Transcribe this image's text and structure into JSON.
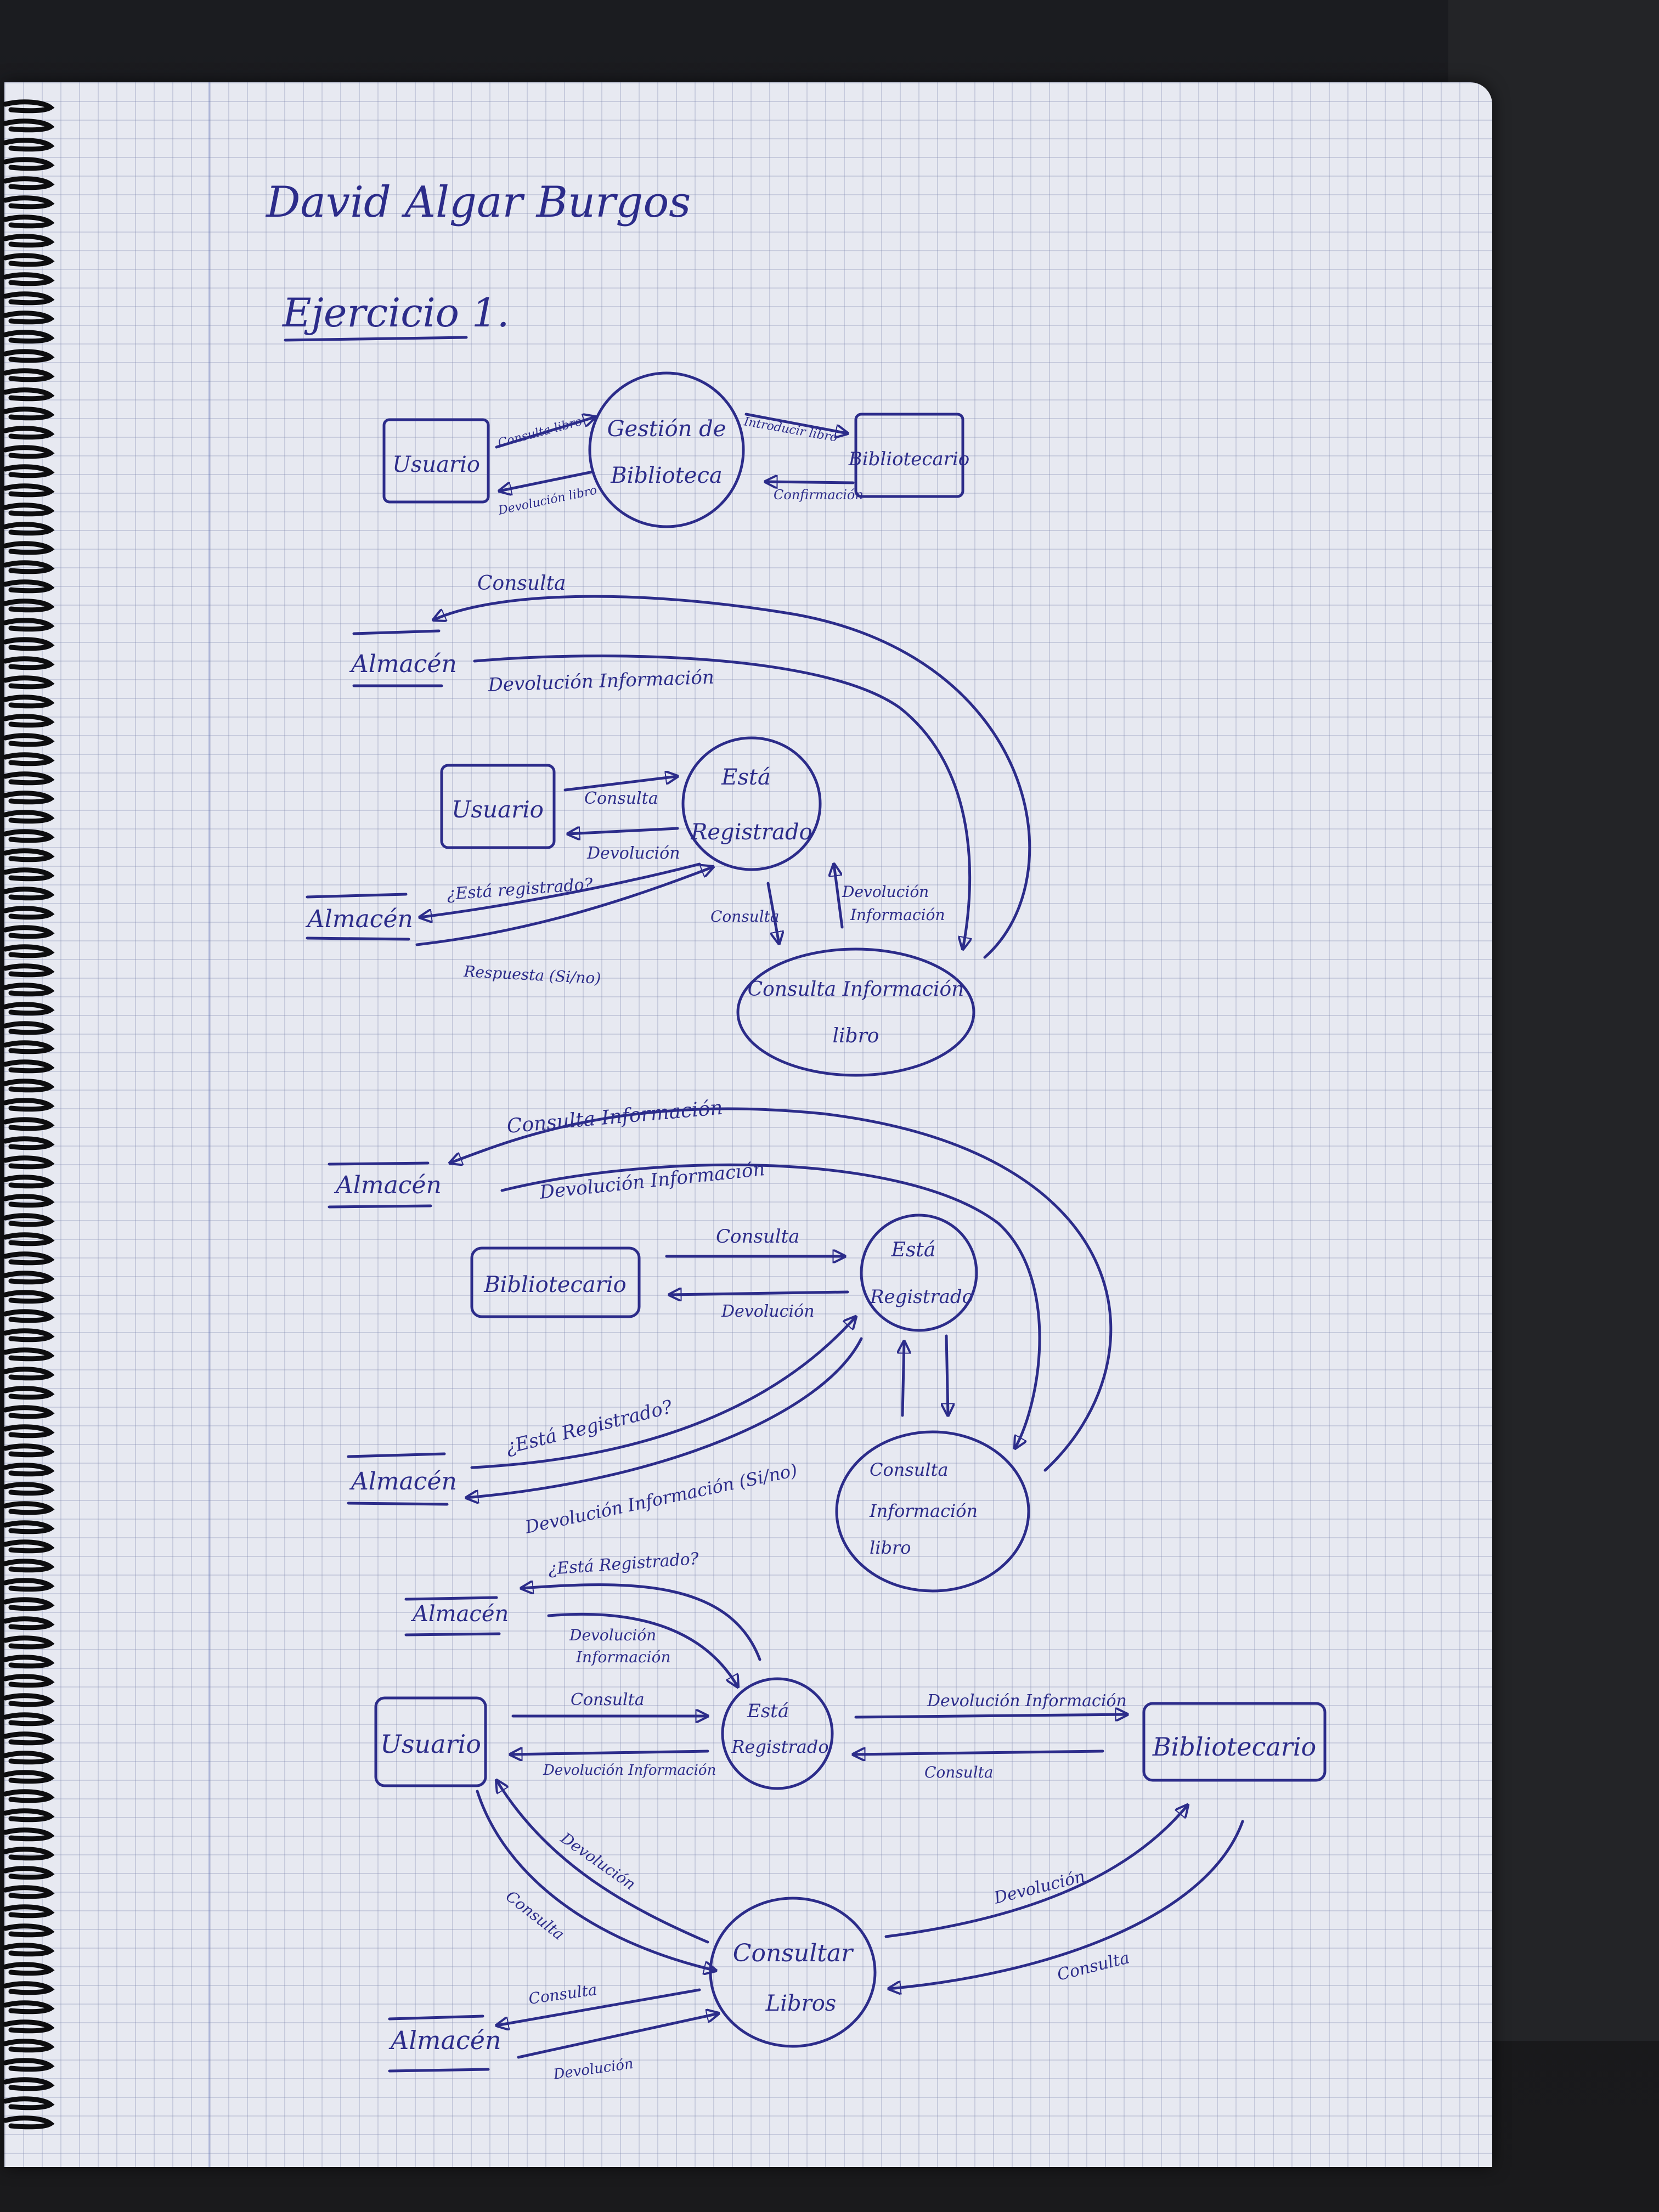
{
  "author": "David Algar Burgos",
  "exercise": "Ejercicio 1.",
  "d1": {
    "usuario": "Usuario",
    "proc_l1": "Gestión de",
    "proc_l2": "Biblioteca",
    "bibliotecario": "Bibliotecario",
    "consulta_libro": "Consulta libro",
    "devolucion_libro": "Devolución libro",
    "introducir_libro": "Introducir libro",
    "confirmacion": "Confirmación"
  },
  "d2": {
    "almacen_top": "Almacén",
    "consulta": "Consulta",
    "devolucion_informacion": "Devolución Información",
    "usuario": "Usuario",
    "esta_l1": "Está",
    "esta_l2": "Registrado",
    "consulta_small": "Consulta",
    "devolucion_small": "Devolución",
    "almacen_mid": "Almacén",
    "esta_registrado_q": "¿Está registrado?",
    "respuesta": "Respuesta (Si/no)",
    "consulta_down": "Consulta",
    "dev_info_l1": "Devolución",
    "dev_info_l2": "Información",
    "ci_l1": "Consulta Información",
    "ci_l2": "libro"
  },
  "d3": {
    "almacen_top": "Almacén",
    "consulta_informacion": "Consulta Información",
    "devolucion_informacion": "Devolución Información",
    "bibliotecario": "Bibliotecario",
    "consulta": "Consulta",
    "devolucion": "Devolución",
    "esta_l1": "Está",
    "esta_l2": "Registrado",
    "almacen_mid": "Almacén",
    "esta_registrado_q": "¿Está Registrado?",
    "dev_info_sino": "Devolución Información (Si/no)",
    "ci_l1": "Consulta",
    "ci_l2": "Información",
    "ci_l3": "libro"
  },
  "d4": {
    "almacen_top": "Almacén",
    "esta_registrado_q": "¿Está Registrado?",
    "dev_info_l1": "Devolución",
    "dev_info_l2": "Información",
    "usuario": "Usuario",
    "consulta_u": "Consulta",
    "dev_info_u": "Devolución Información",
    "esta_l1": "Está",
    "esta_l2": "Registrado",
    "dev_info_b": "Devolución Información",
    "consulta_b": "Consulta",
    "bibliotecario": "Bibliotecario",
    "devolucion_ul": "Devolución",
    "consulta_ul": "Consulta",
    "cl_l1": "Consultar",
    "cl_l2": "Libros",
    "devolucion_br": "Devolución",
    "consulta_br": "Consulta",
    "almacen_bot": "Almacén",
    "consulta_al": "Consulta",
    "devolucion_al": "Devolución"
  }
}
